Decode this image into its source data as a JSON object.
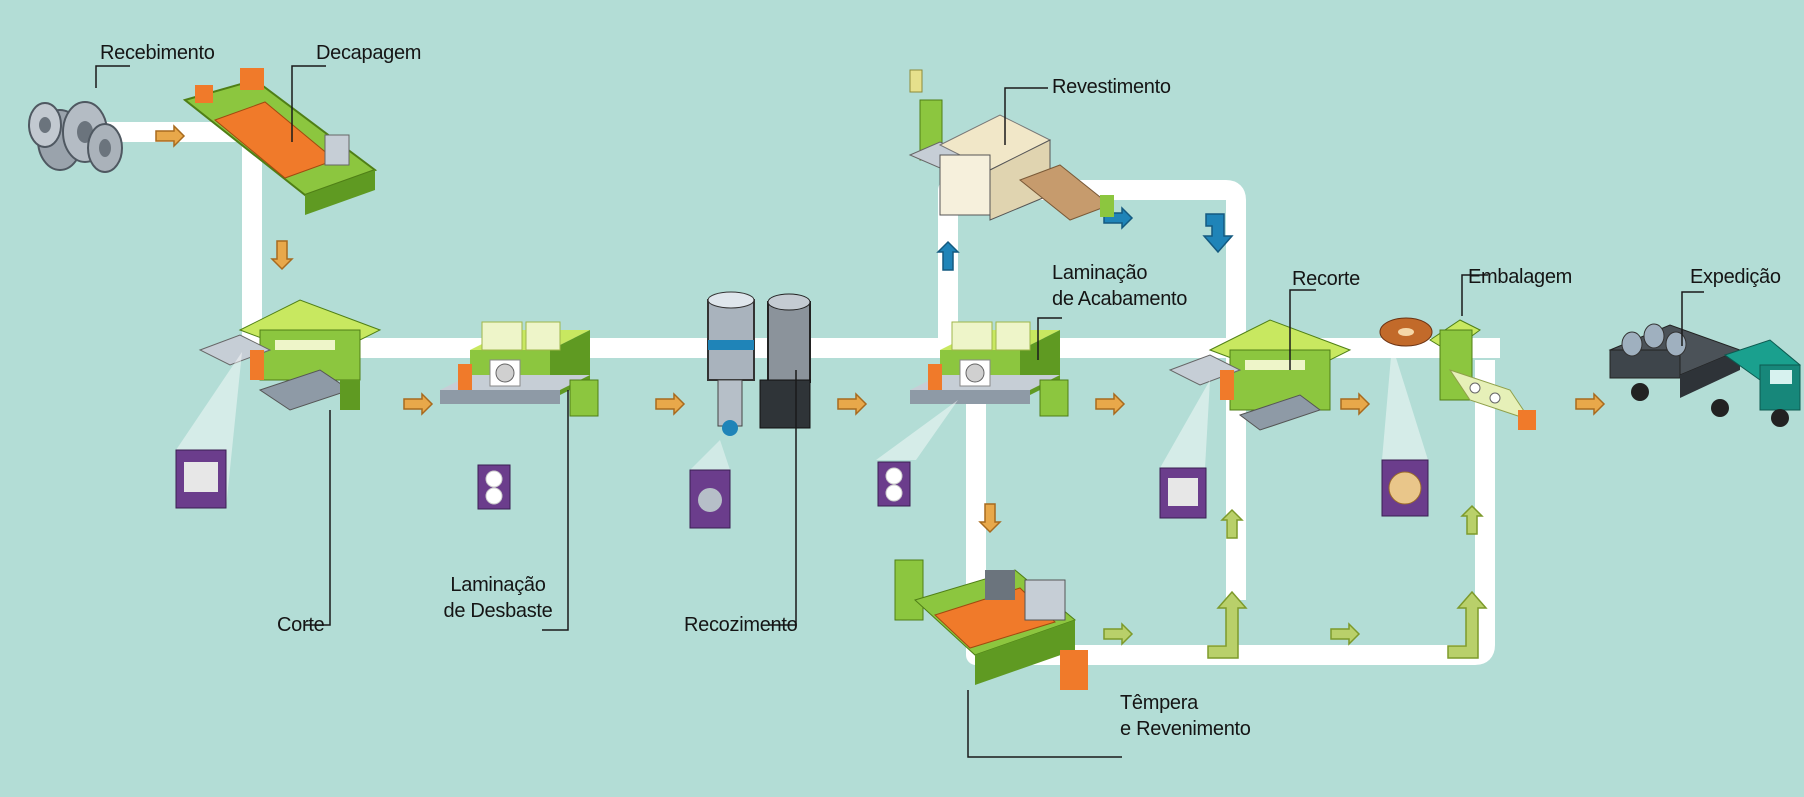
{
  "stages": {
    "recebimento": "Recebimento",
    "decapagem": "Decapagem",
    "corte": "Corte",
    "laminacao_desbaste": [
      "Laminação",
      "de Desbaste"
    ],
    "recozimento": "Recozimento",
    "revestimento": "Revestimento",
    "laminacao_acabamento": [
      "Laminação",
      "de Acabamento"
    ],
    "recorte": "Recorte",
    "embalagem": "Embalagem",
    "expedicao": "Expedição",
    "tempera_revenimento": [
      "Têmpera",
      "e Revenimento"
    ]
  },
  "colors": {
    "background": "#b3ddd6",
    "path": "#ffffff",
    "arrow_main": "#e8a84a",
    "arrow_coating": "#1f84b8",
    "arrow_return": "#b9d06a",
    "machine_green": "#8cc63f",
    "machine_orange": "#f07a2a",
    "machine_cream": "#e6f0b8",
    "detail_purple": "#6b3d8c",
    "truck_teal": "#1aa08e"
  },
  "icons": [
    "coil-icon",
    "pickling-line-icon",
    "shear-machine-icon",
    "rolling-mill-icon",
    "annealing-furnace-icon",
    "coating-line-icon",
    "finishing-mill-icon",
    "slitting-machine-icon",
    "packaging-icon",
    "truck-icon",
    "tempering-line-icon"
  ]
}
